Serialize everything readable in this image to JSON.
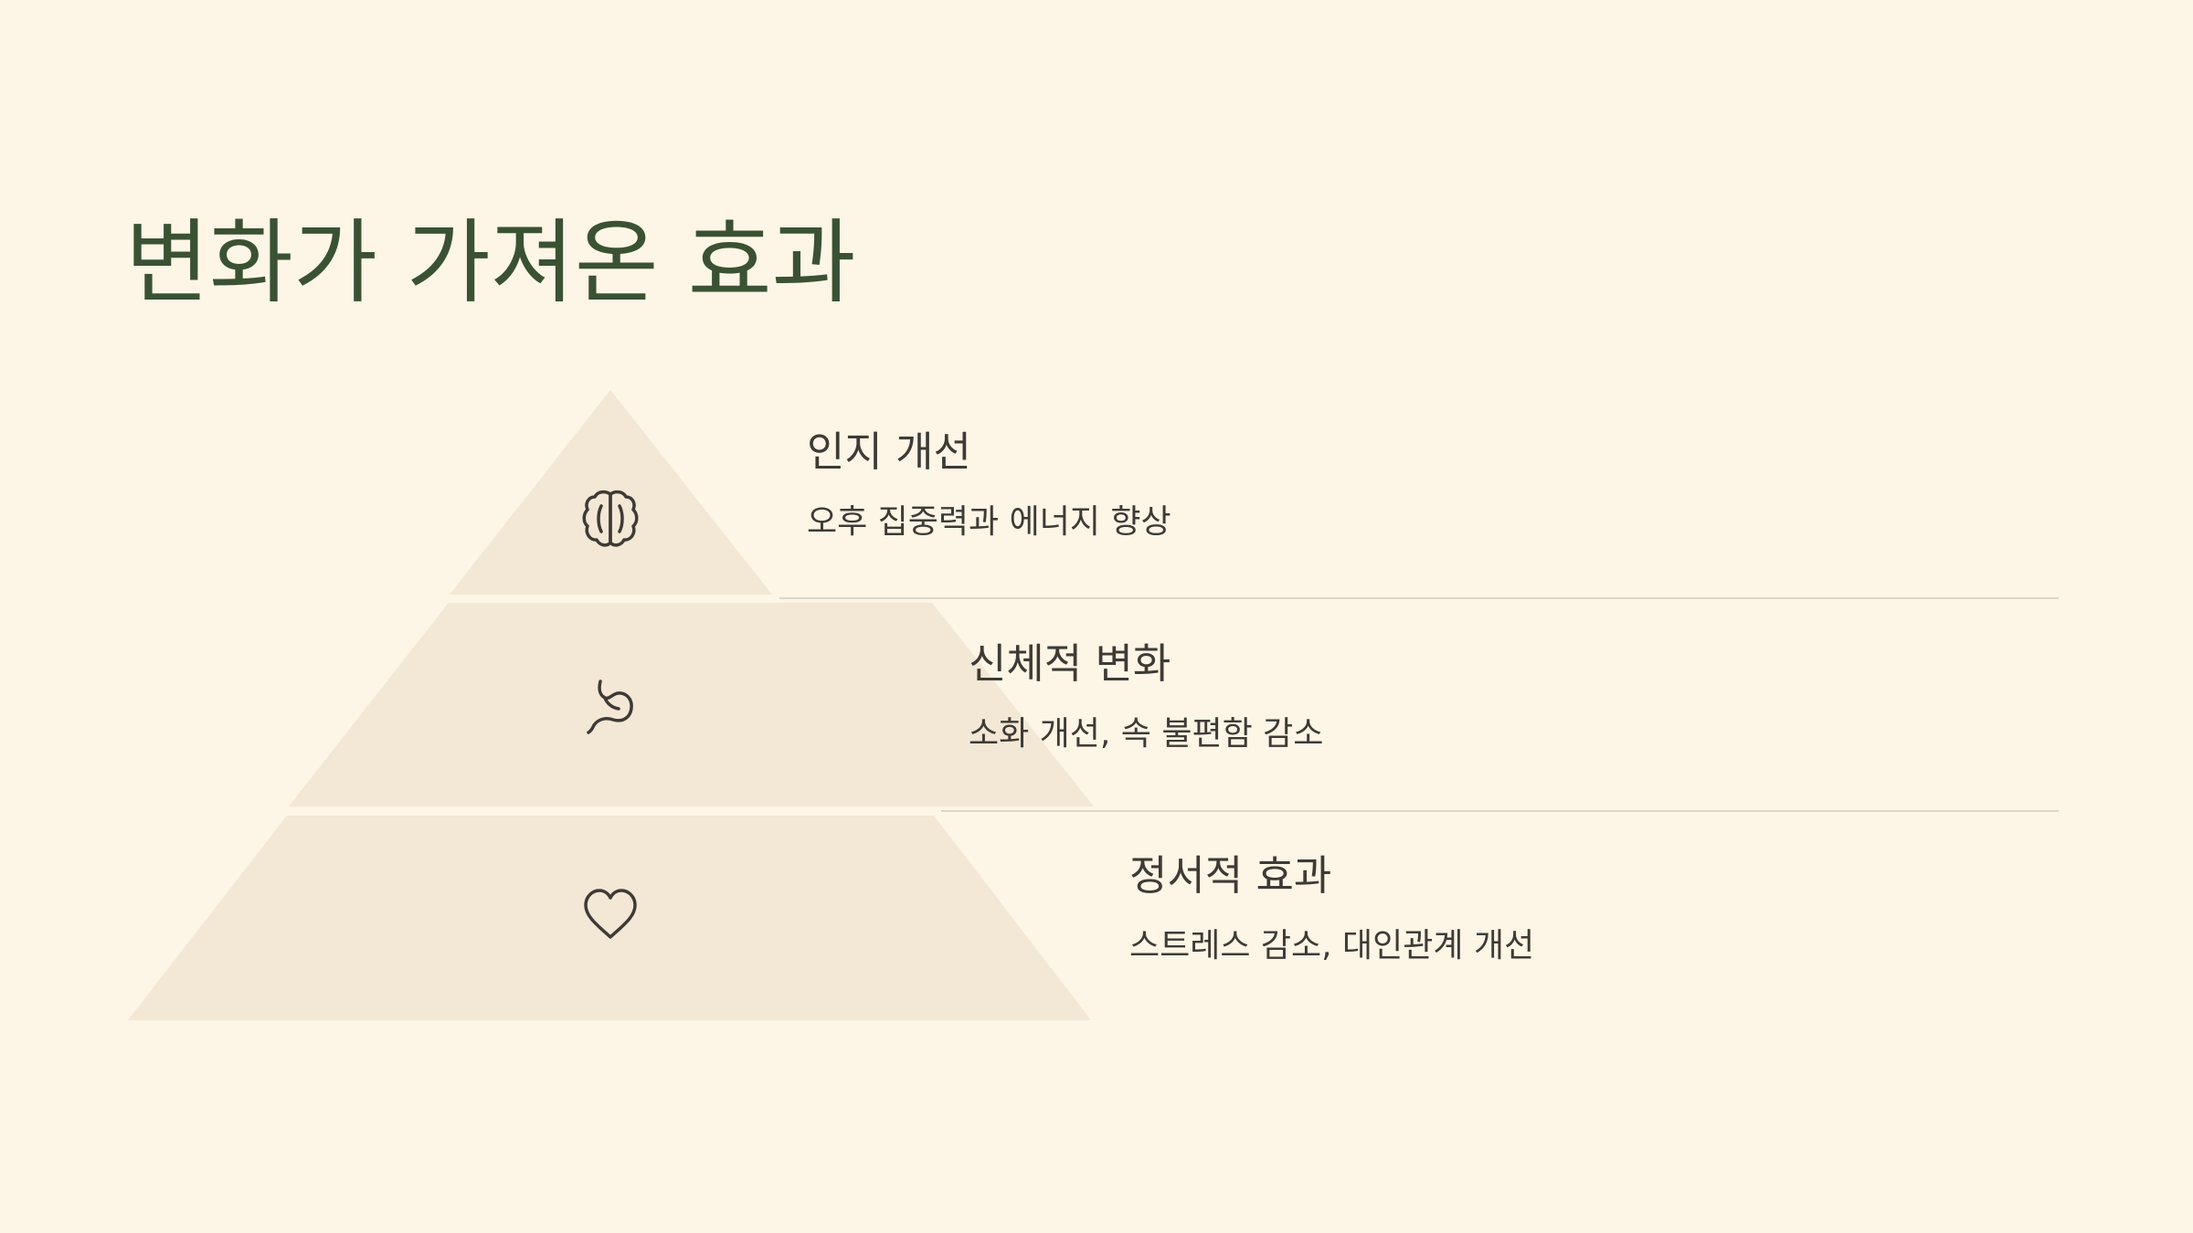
{
  "title": "변화가 가져온 효과",
  "colors": {
    "background": "#fdf5e6",
    "title": "#3a5233",
    "pyramid_fill": "#f3e7d5",
    "text": "#3e3a35",
    "divider": "#ddd5c6"
  },
  "tiers": [
    {
      "icon": "brain-icon",
      "title": "인지 개선",
      "description": "오후 집중력과 에너지 향상"
    },
    {
      "icon": "stomach-icon",
      "title": "신체적 변화",
      "description": "소화 개선, 속 불편함 감소"
    },
    {
      "icon": "heart-icon",
      "title": "정서적 효과",
      "description": "스트레스 감소, 대인관계 개선"
    }
  ]
}
